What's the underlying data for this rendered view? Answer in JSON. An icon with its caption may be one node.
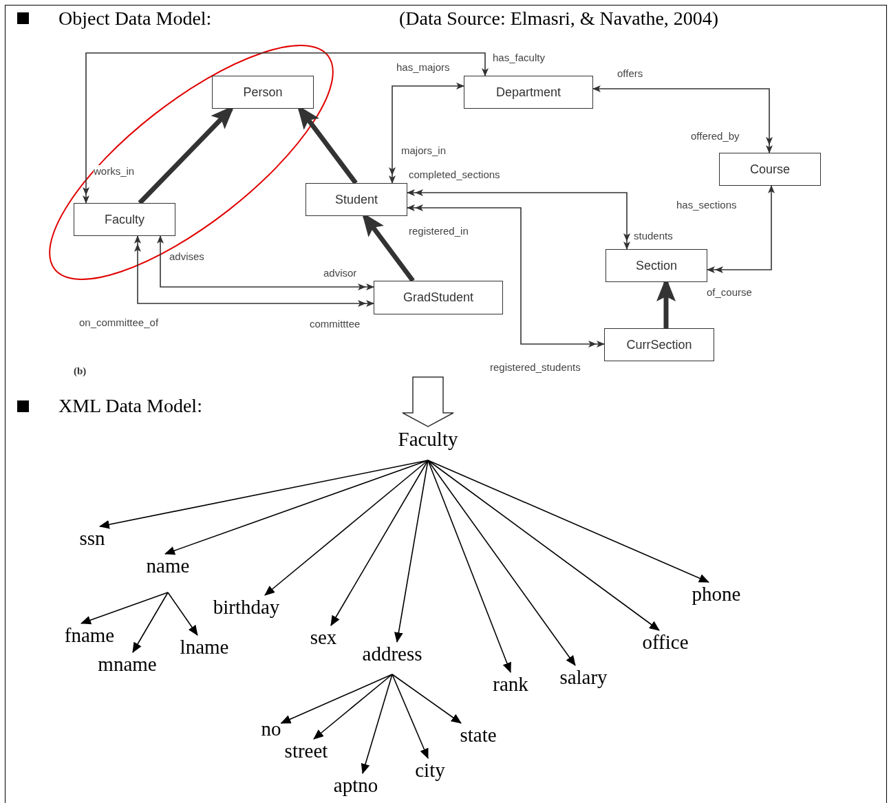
{
  "diagram": {
    "nodes": [
      {
        "text": [
          "Person"
        ]
      },
      {
        "text": [
          "Department"
        ]
      },
      {
        "text": [
          "Course"
        ]
      },
      {
        "text": [
          "Student"
        ]
      },
      {
        "text": [
          "Faculty"
        ]
      },
      {
        "text": [
          "Section"
        ]
      },
      {
        "text": [
          "GradStudent"
        ]
      },
      {
        "text": [
          "CurrSection"
        ]
      },
      {
        "text": [
          "Faculty"
        ]
      },
      {
        "text": [
          "ssn"
        ]
      },
      {
        "text": [
          "name"
        ]
      },
      {
        "text": [
          "birthday"
        ]
      },
      {
        "text": [
          "sex"
        ]
      },
      {
        "text": [
          "address"
        ]
      },
      {
        "text": [
          "rank"
        ]
      },
      {
        "text": [
          "salary"
        ]
      },
      {
        "text": [
          "office"
        ]
      },
      {
        "text": [
          "phone"
        ]
      },
      {
        "text": [
          "fname"
        ]
      },
      {
        "text": [
          "mname"
        ]
      },
      {
        "text": [
          "lname"
        ]
      },
      {
        "text": [
          "no"
        ]
      },
      {
        "text": [
          "street"
        ]
      },
      {
        "text": [
          "aptno"
        ]
      },
      {
        "text": [
          "city"
        ]
      },
      {
        "text": [
          "state"
        ]
      }
    ],
    "edges": [
      {
        "from": 4,
        "to": 0,
        "arrow": "to",
        "style": "thick"
      },
      {
        "from": 3,
        "to": 0,
        "arrow": "to",
        "style": "thick"
      },
      {
        "from": 6,
        "to": 3,
        "arrow": "to",
        "style": "thick"
      },
      {
        "from": 7,
        "to": 5,
        "arrow": "to",
        "style": "thick"
      },
      {
        "from": 4,
        "to": 1,
        "arrow": "both",
        "label": "works_in"
      },
      {
        "from": 3,
        "to": 1,
        "arrow": "both",
        "label": "majors_in"
      },
      {
        "from": 1,
        "to": 2,
        "arrow": "both",
        "label": "offers"
      },
      {
        "from": 3,
        "to": 5,
        "arrow": "both",
        "label": "completed_sections"
      },
      {
        "from": 3,
        "to": 7,
        "arrow": "both",
        "label": "registered_in"
      },
      {
        "from": 2,
        "to": 5,
        "arrow": "both",
        "label": "has_sections"
      },
      {
        "from": 4,
        "to": 6,
        "arrow": "both",
        "label": "advises"
      },
      {
        "from": 4,
        "to": 6,
        "arrow": "both",
        "label": "on_committee_of"
      },
      {
        "from": null,
        "to": 8,
        "arrow": "to",
        "style": "thick"
      },
      {
        "from": 8,
        "to": 9,
        "arrow": "to"
      },
      {
        "from": 8,
        "to": 10,
        "arrow": "to"
      },
      {
        "from": 8,
        "to": 11,
        "arrow": "to"
      },
      {
        "from": 8,
        "to": 12,
        "arrow": "to"
      },
      {
        "from": 8,
        "to": 13,
        "arrow": "to"
      },
      {
        "from": 8,
        "to": 14,
        "arrow": "to"
      },
      {
        "from": 8,
        "to": 15,
        "arrow": "to"
      },
      {
        "from": 8,
        "to": 16,
        "arrow": "to"
      },
      {
        "from": 8,
        "to": 17,
        "arrow": "to"
      },
      {
        "from": 10,
        "to": 18,
        "arrow": "to"
      },
      {
        "from": 10,
        "to": 19,
        "arrow": "to"
      },
      {
        "from": 10,
        "to": 20,
        "arrow": "to"
      },
      {
        "from": 13,
        "to": 21,
        "arrow": "to"
      },
      {
        "from": 13,
        "to": 22,
        "arrow": "to"
      },
      {
        "from": 13,
        "to": 23,
        "arrow": "to"
      },
      {
        "from": 13,
        "to": 24,
        "arrow": "to"
      },
      {
        "from": 13,
        "to": 25,
        "arrow": "to"
      }
    ],
    "labels": [
      "Object Data Model:",
      "(Data Source: Elmasri, & Navathe, 2004)",
      "has_faculty",
      "has_majors",
      "offered_by",
      "students",
      "of_course",
      "advisor",
      "committtee",
      "registered_students",
      "(b)",
      "XML Data Model:"
    ]
  }
}
